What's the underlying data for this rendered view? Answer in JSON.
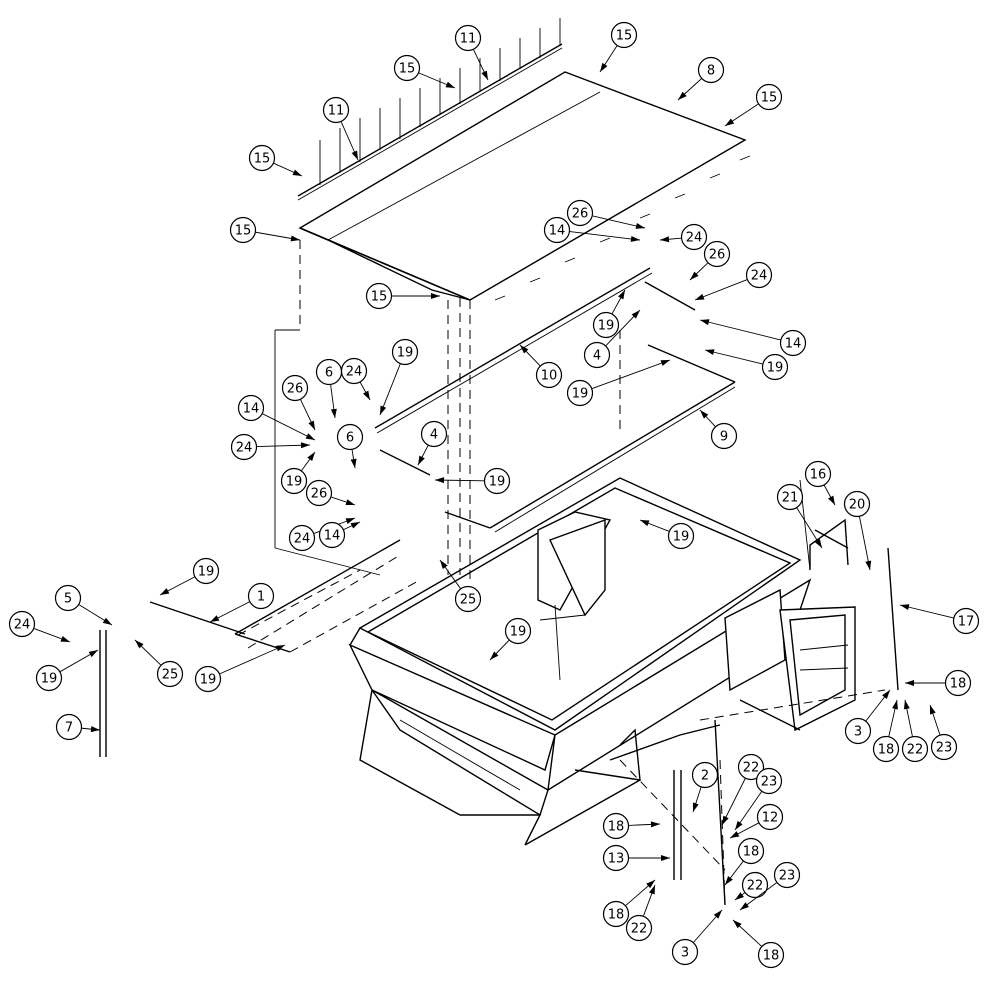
{
  "diagram": {
    "callouts": [
      {
        "label": "15"
      },
      {
        "label": "11"
      },
      {
        "label": "15"
      },
      {
        "label": "8"
      },
      {
        "label": "15"
      },
      {
        "label": "11"
      },
      {
        "label": "15"
      },
      {
        "label": "15"
      },
      {
        "label": "15"
      },
      {
        "label": "26"
      },
      {
        "label": "14"
      },
      {
        "label": "24"
      },
      {
        "label": "26"
      },
      {
        "label": "24"
      },
      {
        "label": "19"
      },
      {
        "label": "14"
      },
      {
        "label": "4"
      },
      {
        "label": "19"
      },
      {
        "label": "10"
      },
      {
        "label": "19"
      },
      {
        "label": "9"
      },
      {
        "label": "19"
      },
      {
        "label": "6"
      },
      {
        "label": "24"
      },
      {
        "label": "26"
      },
      {
        "label": "14"
      },
      {
        "label": "24"
      },
      {
        "label": "6"
      },
      {
        "label": "4"
      },
      {
        "label": "19"
      },
      {
        "label": "19"
      },
      {
        "label": "26"
      },
      {
        "label": "24"
      },
      {
        "label": "14"
      },
      {
        "label": "19"
      },
      {
        "label": "25"
      },
      {
        "label": "16"
      },
      {
        "label": "21"
      },
      {
        "label": "20"
      },
      {
        "label": "17"
      },
      {
        "label": "19"
      },
      {
        "label": "5"
      },
      {
        "label": "1"
      },
      {
        "label": "24"
      },
      {
        "label": "19"
      },
      {
        "label": "25"
      },
      {
        "label": "19"
      },
      {
        "label": "19"
      },
      {
        "label": "7"
      },
      {
        "label": "18"
      },
      {
        "label": "3"
      },
      {
        "label": "18"
      },
      {
        "label": "22"
      },
      {
        "label": "23"
      },
      {
        "label": "2"
      },
      {
        "label": "22"
      },
      {
        "label": "23"
      },
      {
        "label": "12"
      },
      {
        "label": "18"
      },
      {
        "label": "13"
      },
      {
        "label": "18"
      },
      {
        "label": "22"
      },
      {
        "label": "23"
      },
      {
        "label": "18"
      },
      {
        "label": "22"
      },
      {
        "label": "3"
      },
      {
        "label": "18"
      }
    ]
  }
}
